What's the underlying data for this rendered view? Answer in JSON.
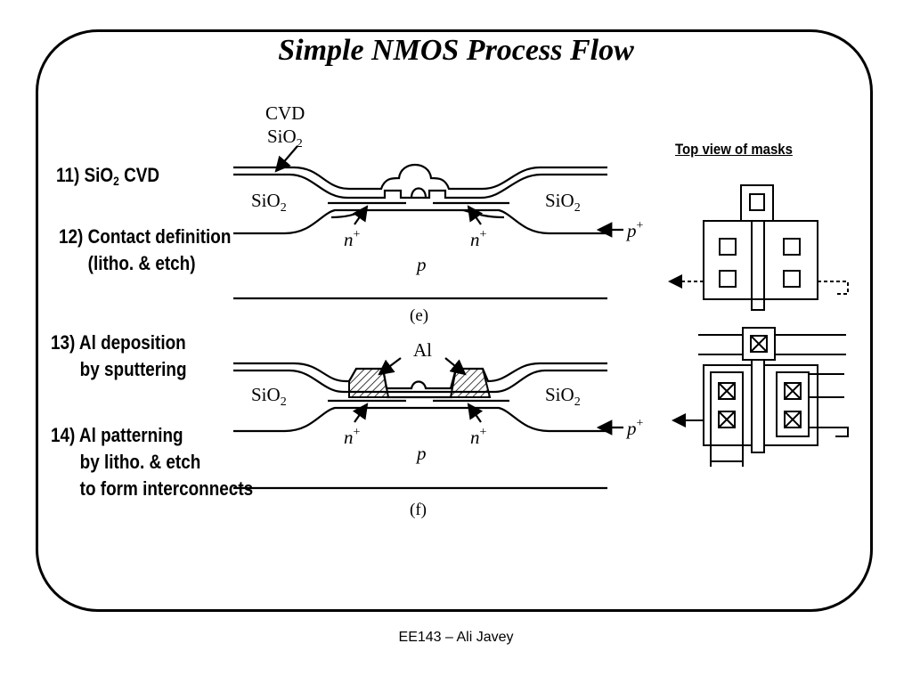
{
  "slide": {
    "title": "Simple NMOS Process Flow",
    "footer": "EE143 – Ali Javey",
    "steps": [
      {
        "text": "11) SiO",
        "sub": "2",
        "tail": " CVD"
      },
      {
        "line1": "12) Contact definition",
        "line2": "(litho. & etch)"
      },
      {
        "line1": "13) Al deposition",
        "line2": "by sputtering"
      },
      {
        "line1": "14) Al patterning",
        "line2": "by litho. & etch",
        "line3": "to form interconnects"
      }
    ]
  },
  "diagram_e": {
    "cvd_label": "CVD",
    "cvd_sio2": "SiO",
    "sio2_left": "SiO",
    "sio2_right": "SiO",
    "sub2": "2",
    "n_left": "n",
    "n_right": "n",
    "plus": "+",
    "p_plus": "p",
    "p_sub": "p",
    "caption": "(e)"
  },
  "diagram_f": {
    "al_label": "Al",
    "sio2_left": "SiO",
    "sio2_right": "SiO",
    "sub2": "2",
    "n_left": "n",
    "n_right": "n",
    "plus": "+",
    "p_plus": "p",
    "p_sub": "p",
    "caption": "(f)"
  },
  "masks": {
    "caption": "Top view of masks"
  }
}
